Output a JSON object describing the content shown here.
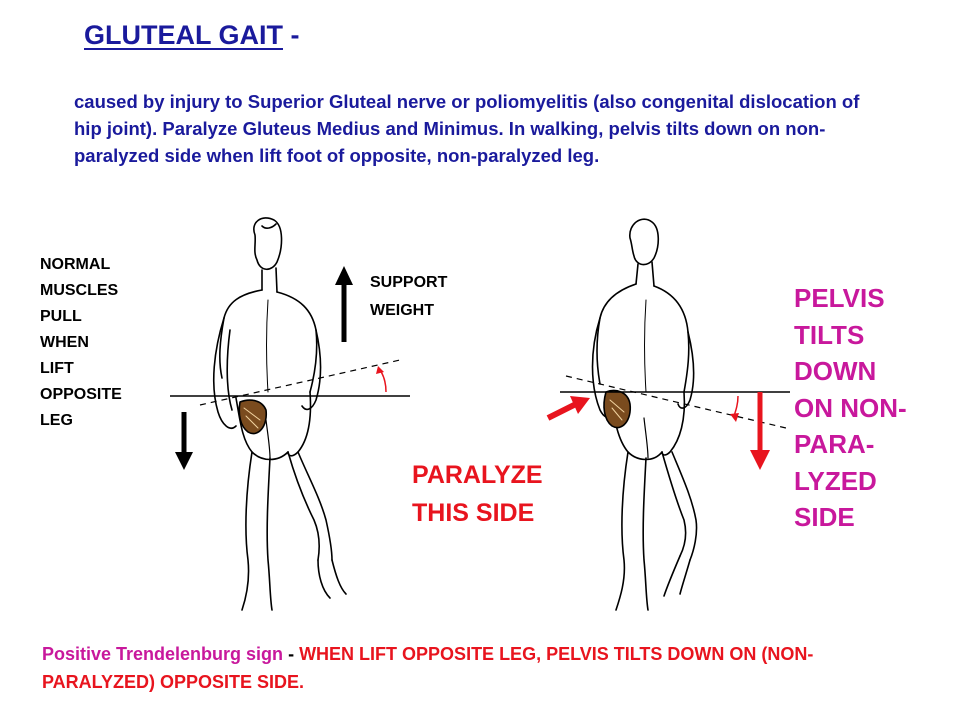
{
  "title": {
    "main": "GLUTEAL GAIT",
    "suffix": " -"
  },
  "description": "caused by injury to Superior Gluteal nerve or poliomyelitis (also congenital dislocation of hip joint).  Paralyze Gluteus Medius and Minimus.  In walking, pelvis tilts down on non-paralyzed side when lift foot of opposite, non-paralyzed leg.",
  "left_figure": {
    "normal_label": [
      "NORMAL",
      "MUSCLES",
      "PULL",
      "WHEN",
      "LIFT",
      "OPPOSITE",
      "LEG"
    ],
    "support_label": [
      "SUPPORT",
      "WEIGHT"
    ]
  },
  "right_figure": {
    "paralyze_label": [
      "PARALYZE",
      "THIS SIDE"
    ],
    "pelvis_label": [
      "PELVIS",
      "TILTS",
      "DOWN",
      "ON NON-",
      "PARA-",
      "LYZED",
      "SIDE"
    ]
  },
  "footer": {
    "sign": "Positive Trendelenburg sign",
    "dash": " - ",
    "explanation": "WHEN LIFT OPPOSITE LEG, PELVIS TILTS DOWN ON (NON-PARALYZED) OPPOSITE SIDE."
  },
  "colors": {
    "title": "#1a1a9c",
    "magenta": "#c8189c",
    "red": "#e8141e",
    "black": "#000000"
  }
}
